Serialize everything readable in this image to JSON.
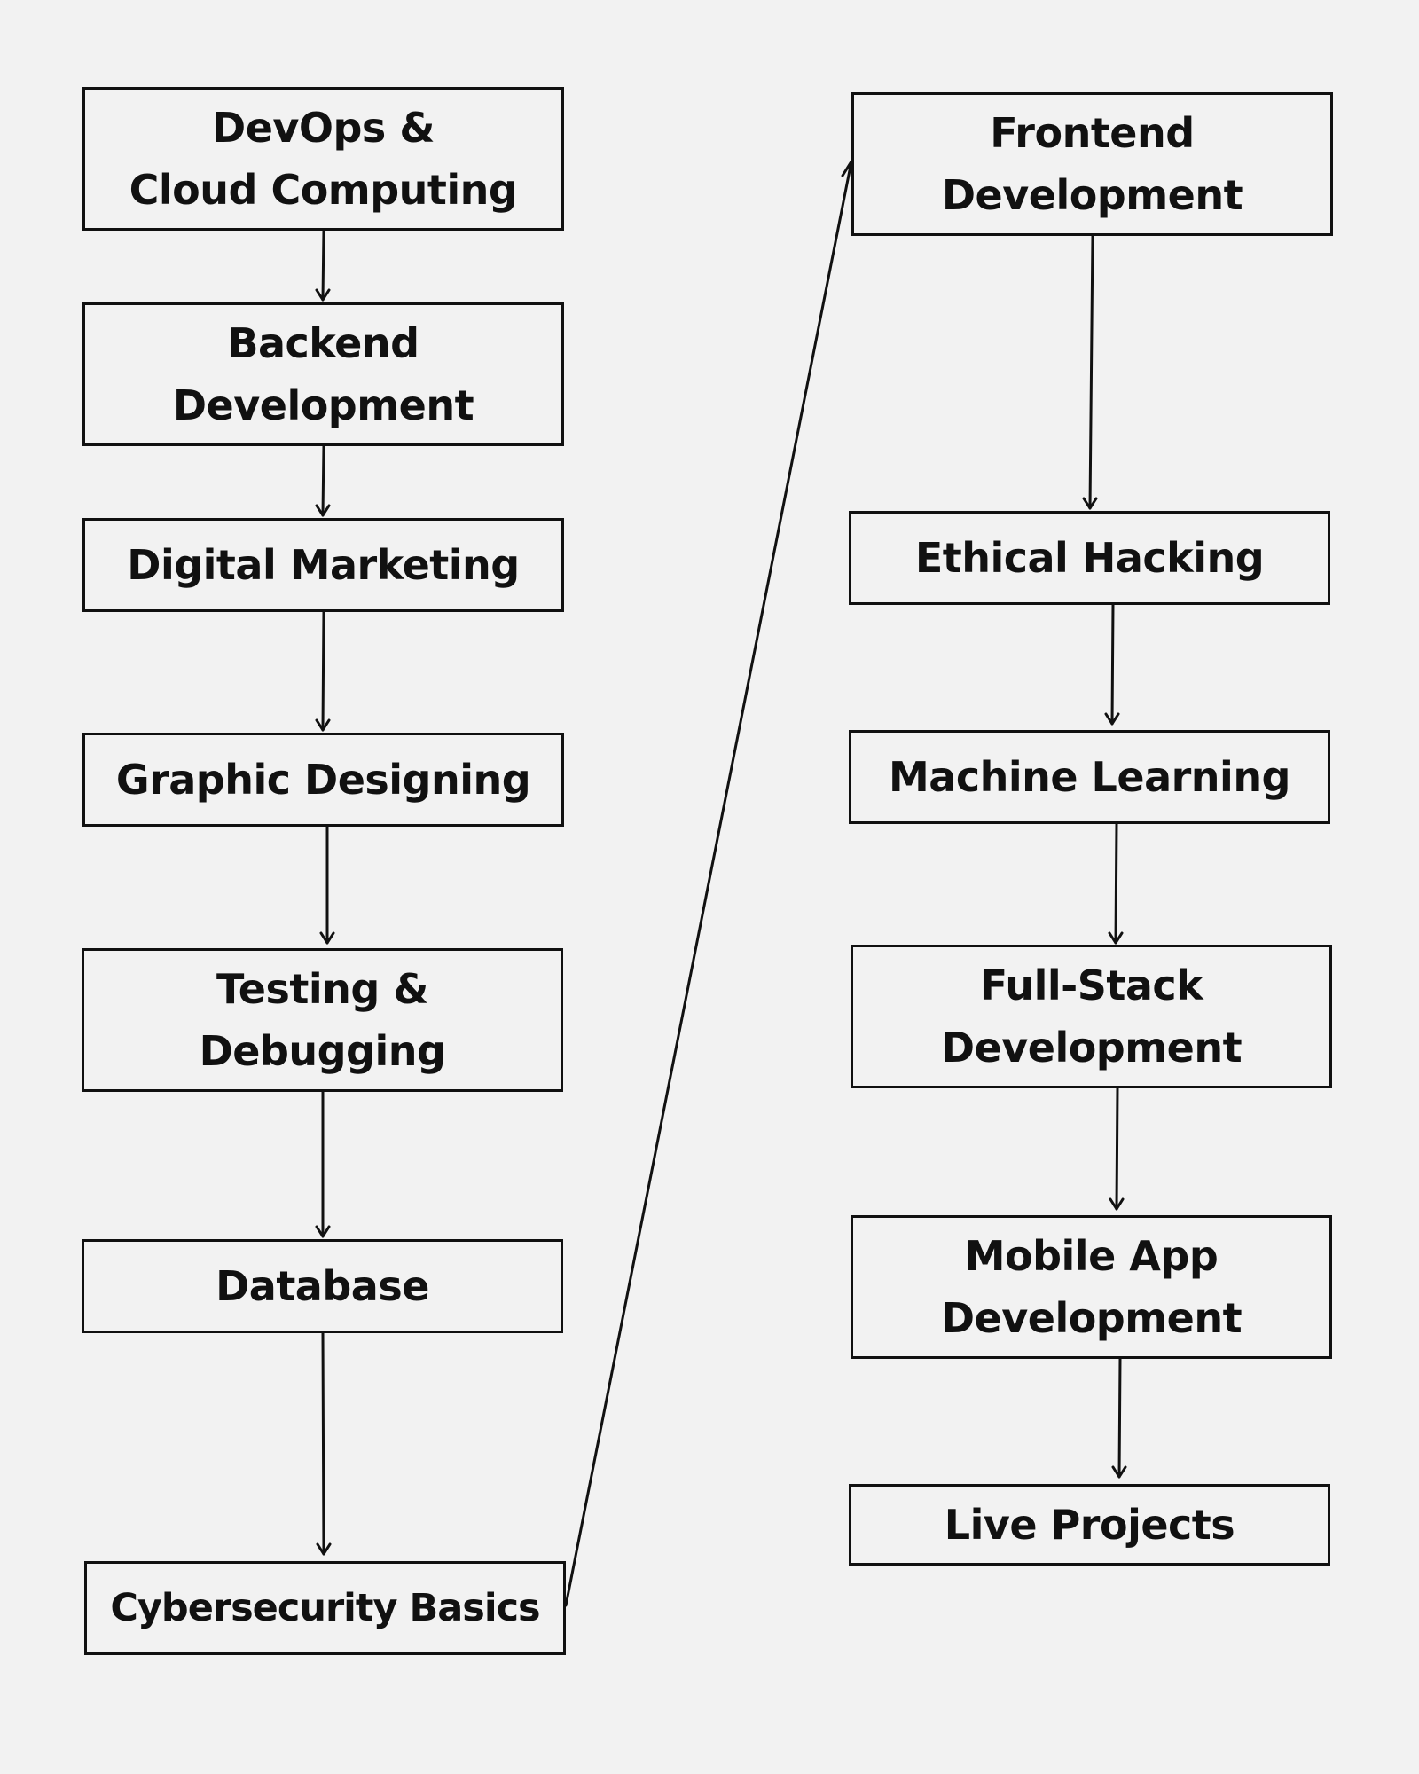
{
  "diagram": {
    "nodes": [
      {
        "id": "devops",
        "label": "DevOps &\nCloud Computing"
      },
      {
        "id": "backend",
        "label": "Backend\nDevelopment"
      },
      {
        "id": "digital",
        "label": "Digital Marketing"
      },
      {
        "id": "graphic",
        "label": "Graphic Designing"
      },
      {
        "id": "testing",
        "label": "Testing &\nDebugging"
      },
      {
        "id": "database",
        "label": "Database"
      },
      {
        "id": "cyber",
        "label": "Cybersecurity Basics"
      },
      {
        "id": "frontend",
        "label": "Frontend\nDevelopment"
      },
      {
        "id": "ethical",
        "label": "Ethical Hacking"
      },
      {
        "id": "ml",
        "label": "Machine Learning"
      },
      {
        "id": "fullstack",
        "label": "Full-Stack\nDevelopment"
      },
      {
        "id": "mobile",
        "label": "Mobile App\nDevelopment"
      },
      {
        "id": "live",
        "label": "Live Projects"
      }
    ],
    "edges": [
      {
        "from": "devops",
        "to": "backend"
      },
      {
        "from": "backend",
        "to": "digital"
      },
      {
        "from": "digital",
        "to": "graphic"
      },
      {
        "from": "graphic",
        "to": "testing"
      },
      {
        "from": "testing",
        "to": "database"
      },
      {
        "from": "database",
        "to": "cyber"
      },
      {
        "from": "cyber",
        "to": "frontend"
      },
      {
        "from": "frontend",
        "to": "ethical"
      },
      {
        "from": "ethical",
        "to": "ml"
      },
      {
        "from": "ml",
        "to": "fullstack"
      },
      {
        "from": "fullstack",
        "to": "mobile"
      },
      {
        "from": "mobile",
        "to": "live"
      }
    ],
    "colors": {
      "background": "#f2f2f2",
      "stroke": "#111111",
      "text": "#111111"
    }
  }
}
